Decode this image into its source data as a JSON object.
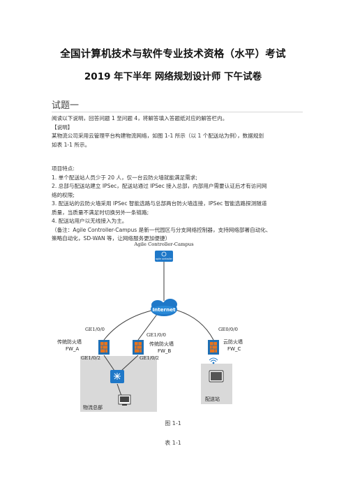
{
  "header": {
    "title": "全国计算机技术与软件专业技术资格（水平）考试",
    "subtitle": "2019 年下半年  网络规划设计师  下午试卷"
  },
  "section": {
    "title": "试题一"
  },
  "intro": {
    "line1": "阅读以下说明，回答问题 1 至问题 4，将解答填入答题纸对应的解答栏内。",
    "label": "【说明】",
    "line2": "某物流公司采用云管理平台构建物流网络，如图 1-1 所示（以 1 个配送站为例），数据规划",
    "line3": "如表 1-1 所示。"
  },
  "features": {
    "heading": "项目特点:",
    "items": [
      "1. 单个配送站人员少于 20 人，仅一台云防火墙就能满足需求;",
      "2. 总部与配送站建立 IPSec，配送站通过 IPSec 接入总部，内部用户需要认证后才有访问网",
      "络的权限;",
      "3. 配送站的云防火墙采用 IPSec 智能选路与总部两台防火墙连接，IPSec 智能选路探测隧道",
      "质量，当质量不满足时切换另外一条链路;",
      "4. 配送站用户以无线接入为主。",
      "（备注：Agile Controller-Campus 是新一代园区与分支网络控制器，支持网络部署自动化、",
      "策略自动化，SD-WAN 等，让网络服务更加便捷）"
    ]
  },
  "diagram": {
    "controller_label": "Agile Controller-Campus",
    "controller_icon_text": "agile controller",
    "internet_label": "Internet",
    "fw_a": {
      "name": "传统防火墙",
      "id": "FW_A",
      "port_up": "GE1/0/0",
      "port_down": "GE1/0/2"
    },
    "fw_b": {
      "name": "传统防火墙",
      "id": "FW_B",
      "port_up": "GE1/0/0",
      "port_down": "GE1/0/2"
    },
    "fw_c": {
      "name": "云防火墙",
      "id": "FW_C",
      "port_up": "GE0/0/0"
    },
    "hq_label": "物流总部",
    "station_label": "配送站"
  },
  "captions": {
    "figure": "图 1-1",
    "table": "表 1-1"
  },
  "colors": {
    "link": "#3a3a3a",
    "internet_blue": "#1f78c8",
    "firewall_orange": "#e8741e",
    "zone_gray": "#d9d9d9"
  }
}
